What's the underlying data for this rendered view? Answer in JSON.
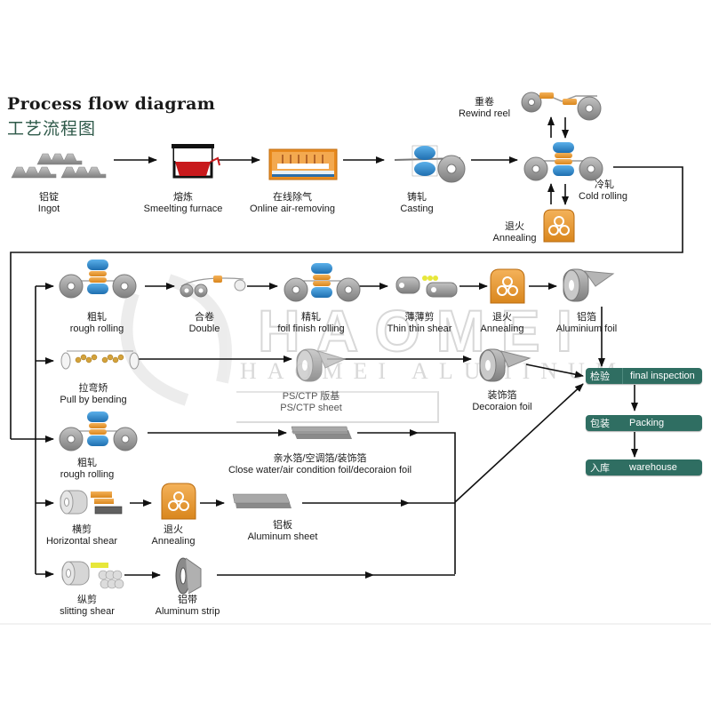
{
  "title": {
    "en": "Process flow diagram",
    "zh": "工艺流程图"
  },
  "watermark": {
    "brand": "HAOMEI",
    "sub": "HAOMEI ALUMINUM"
  },
  "colors": {
    "stage_box": "#2f6e62",
    "roller_blue": "#2e86c8",
    "annealing_orange": "#e8891c",
    "roll_gray": "#9a9a9a",
    "line": "#111111"
  },
  "top_row": [
    {
      "id": "ingot",
      "zh": "铝锭",
      "en": "Ingot"
    },
    {
      "id": "smelting",
      "zh": "熔炼",
      "en": "Smeelting furnace"
    },
    {
      "id": "air_removing",
      "zh": "在线除气",
      "en": "Online air-removing"
    },
    {
      "id": "casting",
      "zh": "铸轧",
      "en": "Casting"
    },
    {
      "id": "cold_rolling",
      "zh": "冷轧",
      "en": "Cold rolling"
    },
    {
      "id": "rewind_reel",
      "zh": "重卷",
      "en": "Rewind reel"
    },
    {
      "id": "annealing_top",
      "zh": "退火",
      "en": "Annealing"
    }
  ],
  "foil_row": [
    {
      "id": "rough_rolling_1",
      "zh": "粗轧",
      "en": "rough rolling"
    },
    {
      "id": "double",
      "zh": "合卷",
      "en": "Double"
    },
    {
      "id": "foil_finish_rolling",
      "zh": "精轧",
      "en": "foil finish rolling"
    },
    {
      "id": "thin_shear",
      "zh": "薄薄剪",
      "en": "Thin thin shear"
    },
    {
      "id": "annealing_foil",
      "zh": "退火",
      "en": "Annealing"
    },
    {
      "id": "aluminium_foil",
      "zh": "铝箔",
      "en": "Aluminium foil"
    }
  ],
  "bend_row": [
    {
      "id": "pull_bending",
      "zh": "拉弯矫",
      "en": "Pull by bending"
    },
    {
      "id": "ps_ctp",
      "zh": "PS/CTP 版基",
      "en": "PS/CTP sheet"
    },
    {
      "id": "decoration_foil",
      "zh": "装饰箔",
      "en": "Decoraion foil"
    }
  ],
  "rough_row": [
    {
      "id": "rough_rolling_2",
      "zh": "粗轧",
      "en": "rough rolling"
    },
    {
      "id": "close_water",
      "zh": "亲水箔/空调箔/装饰箔",
      "en": "Close water/air condition foil/decoraion foil"
    }
  ],
  "shear_row": [
    {
      "id": "horizontal_shear",
      "zh": "横剪",
      "en": "Horizontal shear"
    },
    {
      "id": "annealing_sheet",
      "zh": "退火",
      "en": "Annealing"
    },
    {
      "id": "aluminum_sheet",
      "zh": "铝板",
      "en": "Aluminum sheet"
    }
  ],
  "strip_row": [
    {
      "id": "slitting_shear",
      "zh": "纵剪",
      "en": "slitting shear"
    },
    {
      "id": "aluminum_strip",
      "zh": "铝带",
      "en": "Aluminum strip"
    }
  ],
  "final_stages": [
    {
      "zh": "检验",
      "en": "final inspection"
    },
    {
      "zh": "包装",
      "en": "Packing"
    },
    {
      "zh": "入库",
      "en": "warehouse"
    }
  ]
}
